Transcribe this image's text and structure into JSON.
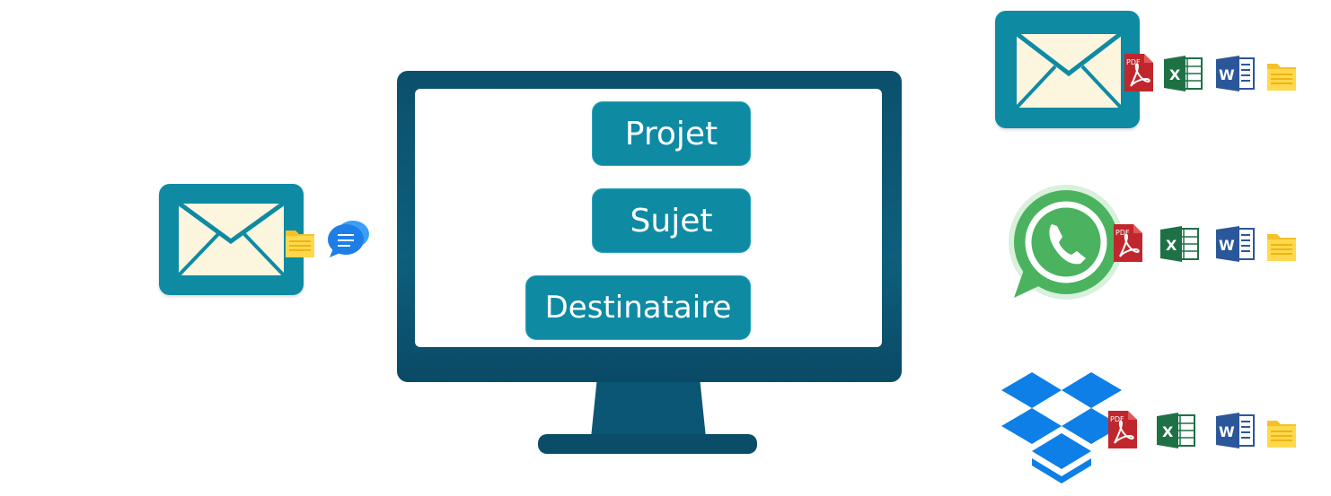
{
  "fields": [
    {
      "label": "Projet"
    },
    {
      "label": "Sujet"
    },
    {
      "label": "Destinataire"
    }
  ],
  "icons": {
    "pdf_label": "PDF",
    "excel_letter": "X",
    "word_letter": "W"
  },
  "colors": {
    "accent": "#0e8aa3",
    "monitor": "#0b506c",
    "envelope": "#fdf6df",
    "whatsapp": "#4bb35f",
    "dropbox": "#0d7fe6",
    "pdf": "#c0272d",
    "excel": "#1e7145",
    "word": "#2b579a",
    "folder": "#f5c127"
  }
}
